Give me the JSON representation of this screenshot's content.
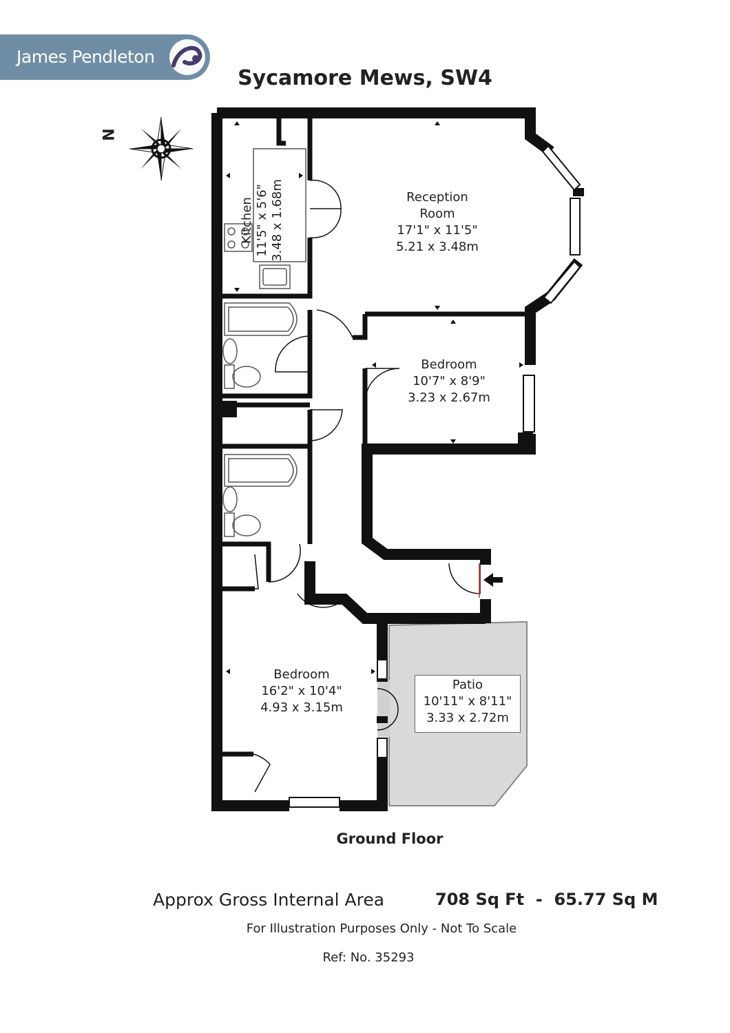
{
  "agent": {
    "name": "James Pendleton",
    "logo_color": "#6f8ea6"
  },
  "title": "Sycamore Mews, SW4",
  "compass": {
    "north_label": "N",
    "icon": "compass-rose-icon"
  },
  "rooms": {
    "kitchen": {
      "name": "Kitchen",
      "size_imperial": "11'5\" x 5'6\"",
      "size_metric": "3.48 x 1.68m"
    },
    "reception": {
      "name_line1": "Reception",
      "name_line2": "Room",
      "size_imperial": "17'1\" x 11'5\"",
      "size_metric": "5.21 x 3.48m"
    },
    "bedroom1": {
      "name": "Bedroom",
      "size_imperial": "10'7\" x 8'9\"",
      "size_metric": "3.23 x 2.67m"
    },
    "bedroom2": {
      "name": "Bedroom",
      "size_imperial": "16'2\" x 10'4\"",
      "size_metric": "4.93 x 3.15m"
    },
    "patio": {
      "name": "Patio",
      "size_imperial": "10'11\" x 8'11\"",
      "size_metric": "3.33 x 2.72m"
    }
  },
  "floor_name": "Ground Floor",
  "area": {
    "label": "Approx Gross Internal Area",
    "value": "708 Sq Ft  -  65.77 Sq M"
  },
  "disclaimer": "For Illustration Purposes Only - Not To Scale",
  "reference": "Ref: No. 35293",
  "colors": {
    "wall": "#111111",
    "patio_fill": "#d9d9d9",
    "door_line": "#c0392b"
  }
}
